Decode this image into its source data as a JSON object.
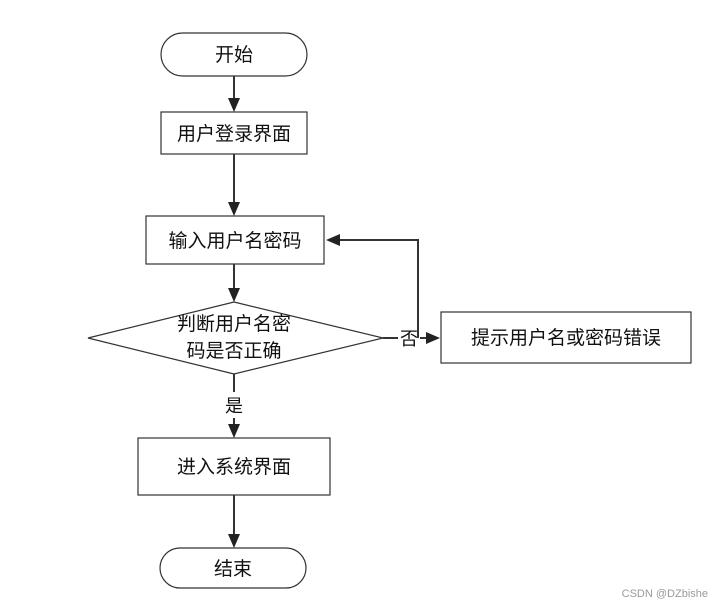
{
  "nodes": {
    "start": "开始",
    "login_page": "用户登录界面",
    "input_credentials": "输入用户名密码",
    "check_line1": "判断用户名密",
    "check_line2": "码是否正确",
    "error_prompt": "提示用户名或密码错误",
    "enter_system": "进入系统界面",
    "end": "结束"
  },
  "edges": {
    "no_label": "否",
    "yes_label": "是"
  },
  "watermark": "CSDN @DZbishe"
}
